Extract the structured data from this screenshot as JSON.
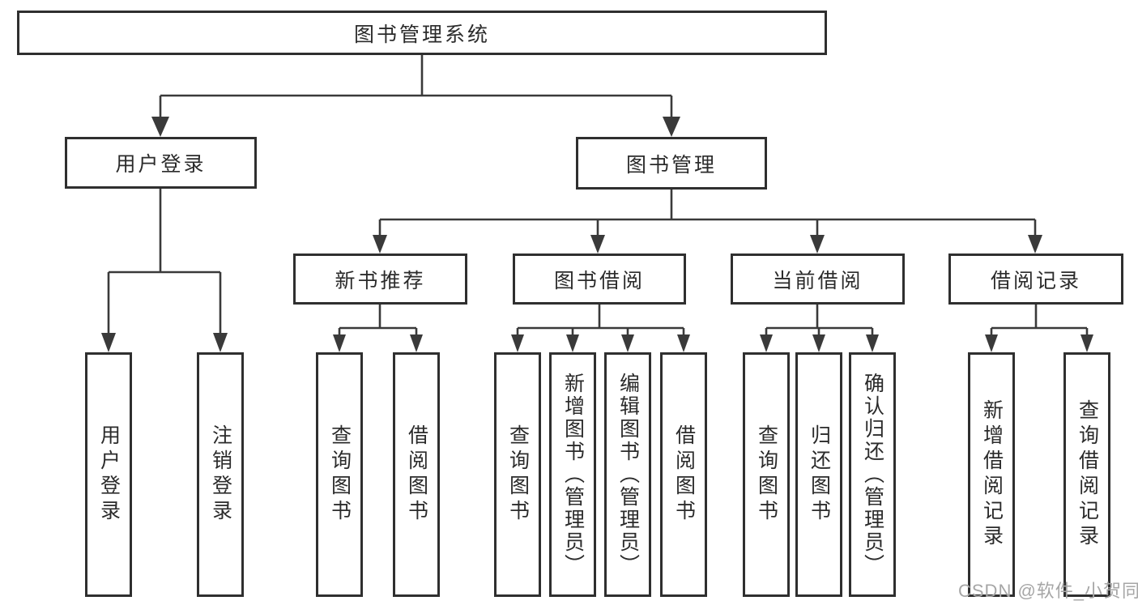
{
  "diagram": {
    "root": {
      "label": "图书管理系统"
    },
    "level2": [
      {
        "label": "用户登录"
      },
      {
        "label": "图书管理"
      }
    ],
    "level3": [
      {
        "label": "新书推荐"
      },
      {
        "label": "图书借阅"
      },
      {
        "label": "当前借阅"
      },
      {
        "label": "借阅记录"
      }
    ],
    "leaves": {
      "login": [
        "用户登录",
        "注销登录"
      ],
      "recommend": [
        "查询图书",
        "借阅图书"
      ],
      "borrow": [
        "查询图书",
        "新增图书（管理员）",
        "编辑图书（管理员）",
        "借阅图书"
      ],
      "current": [
        "查询图书",
        "归还图书",
        "确认归还（管理员）"
      ],
      "records": [
        "新增借阅记录",
        "查询借阅记录"
      ]
    }
  },
  "watermark": "CSDN @软件_小贺同学",
  "colors": {
    "line": "#3a3a3a",
    "border": "#2f2f2f",
    "text": "#2b2b2b",
    "watermark": "#a6a6a6",
    "background": "#ffffff"
  }
}
